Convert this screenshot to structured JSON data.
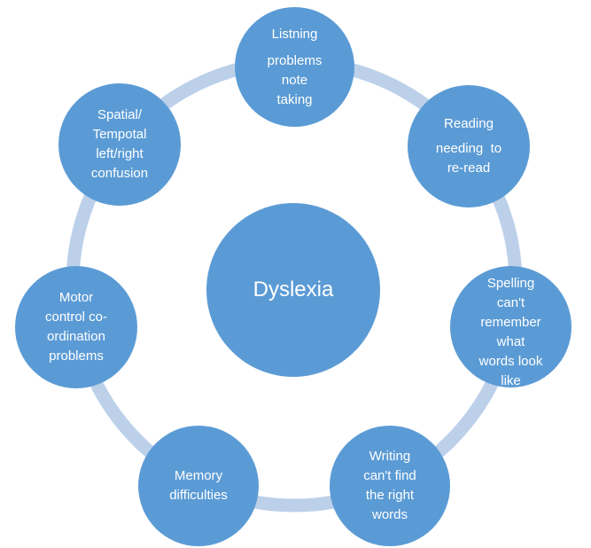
{
  "colors": {
    "node_fill": "#5b9bd5",
    "ring": "#bcd0ea",
    "text": "#ffffff"
  },
  "diagram": {
    "center": {
      "label": "Dyslexia"
    },
    "nodes": [
      {
        "id": "listening",
        "lines": [
          "Listning",
          "problems",
          "note",
          "taking"
        ]
      },
      {
        "id": "reading",
        "lines": [
          "Reading",
          "needing  to",
          "re-read"
        ]
      },
      {
        "id": "spelling",
        "lines": [
          "Spelling",
          "can't",
          "remember",
          "what",
          "words look",
          "like"
        ]
      },
      {
        "id": "writing",
        "lines": [
          "Writing",
          "can't find",
          "the right",
          "words"
        ]
      },
      {
        "id": "memory",
        "lines": [
          "Memory",
          "difficulties"
        ]
      },
      {
        "id": "motor",
        "lines": [
          "Motor",
          "control co-",
          "ordination",
          "problems"
        ]
      },
      {
        "id": "spatial",
        "lines": [
          "Spatial/",
          "Tempotal",
          "left/right",
          "confusion"
        ]
      }
    ]
  }
}
